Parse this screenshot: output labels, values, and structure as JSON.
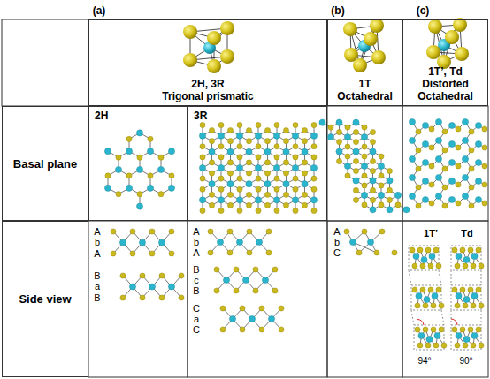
{
  "diagram": {
    "nodes": [
      {
        "text": [
          "2H, 3R",
          "Trigonal prismatic"
        ]
      },
      {
        "text": [
          "1T",
          "Octahedral"
        ]
      },
      {
        "text": [
          "1T’, Td",
          "Distorted Octahedral"
        ]
      },
      {
        "text": [
          "Basal plane"
        ]
      },
      {
        "text": [
          "2H"
        ]
      },
      {
        "text": [
          "3R"
        ]
      },
      {
        "text": [
          "Side view"
        ]
      }
    ],
    "labels": [
      "(a)",
      "(b)",
      "(c)",
      "A",
      "b",
      "A",
      "B",
      "a",
      "B",
      "A",
      "b",
      "A",
      "B",
      "c",
      "B",
      "C",
      "a",
      "C",
      "A",
      "b",
      "C",
      "1T’",
      "Td",
      "94°",
      "90°"
    ]
  }
}
